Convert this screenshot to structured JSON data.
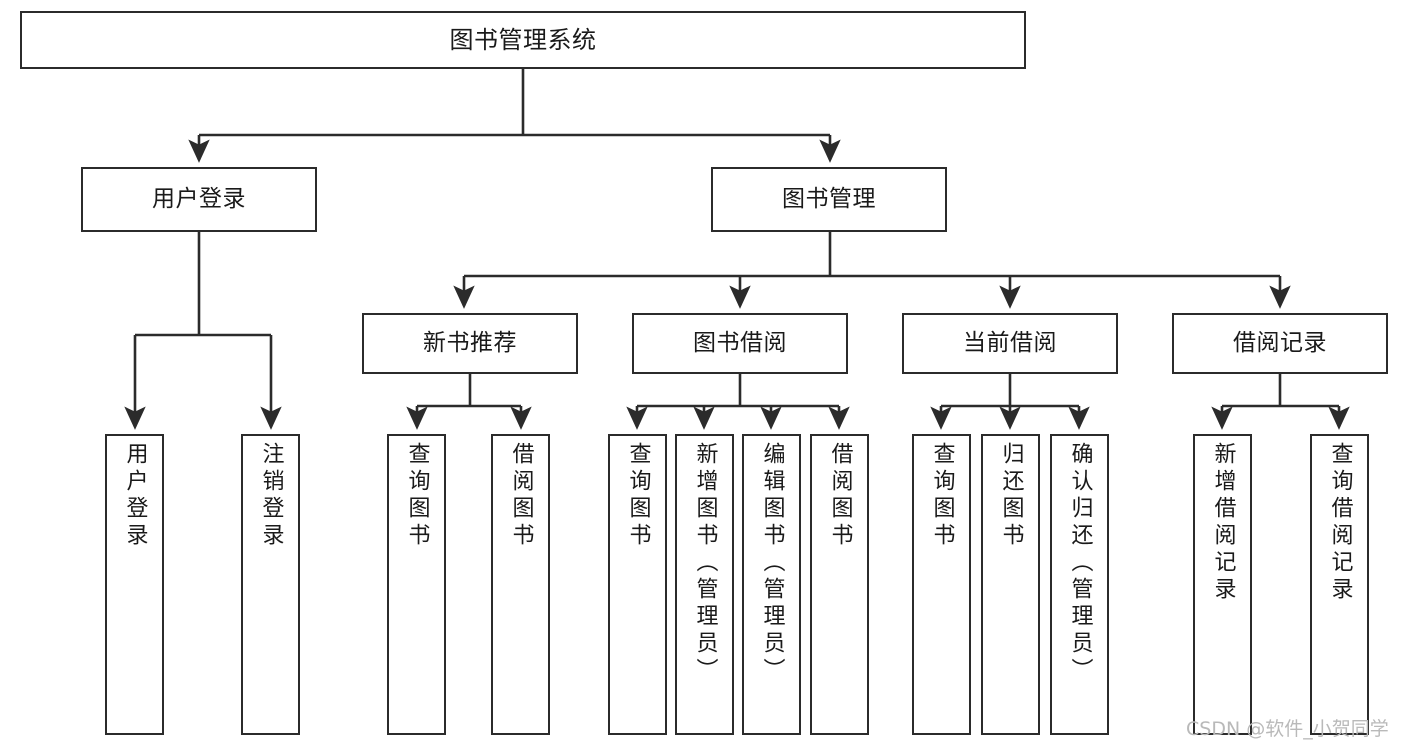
{
  "diagram": {
    "title": "图书管理系统",
    "type": "tree",
    "orientation": "top-down",
    "colors": {
      "node_border": "#2b2b2b",
      "node_fill": "#ffffff",
      "connector": "#2b2b2b",
      "background": "#ffffff",
      "watermark": "#b9b9b9"
    },
    "root": {
      "label": "图书管理系统"
    },
    "level2": [
      {
        "label": "用户登录"
      },
      {
        "label": "图书管理"
      }
    ],
    "level3": [
      {
        "label": "新书推荐"
      },
      {
        "label": "图书借阅"
      },
      {
        "label": "当前借阅"
      },
      {
        "label": "借阅记录"
      }
    ],
    "leaves": {
      "user_login": [
        {
          "label": "用户登录"
        },
        {
          "label": "注销登录"
        }
      ],
      "new_book_recommend": [
        {
          "label": "查询图书"
        },
        {
          "label": "借阅图书"
        }
      ],
      "book_borrow": [
        {
          "label": "查询图书"
        },
        {
          "label": "新增图书（管理员）"
        },
        {
          "label": "编辑图书（管理员）"
        },
        {
          "label": "借阅图书"
        }
      ],
      "current_borrow": [
        {
          "label": "查询图书"
        },
        {
          "label": "归还图书"
        },
        {
          "label": "确认归还（管理员）"
        }
      ],
      "borrow_records": [
        {
          "label": "新增借阅记录"
        },
        {
          "label": "查询借阅记录"
        }
      ]
    }
  },
  "watermark": {
    "text": "CSDN @软件_小贺同学"
  }
}
